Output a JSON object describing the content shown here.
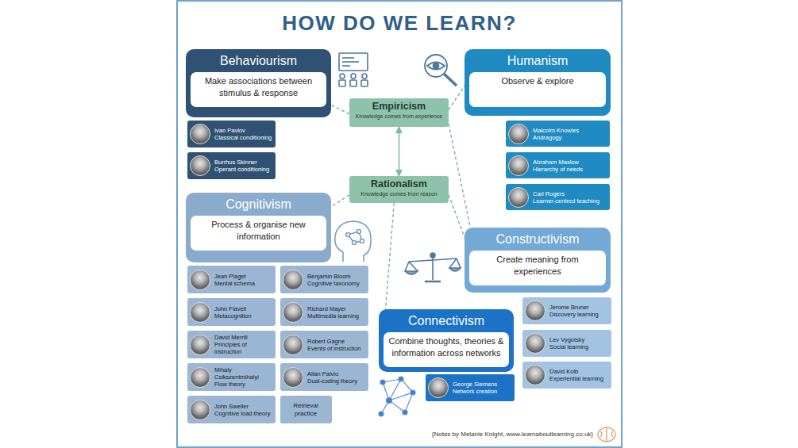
{
  "diagram": {
    "title": "HOW DO WE LEARN?",
    "caption": "{Notes by Melanie Knight, www.learnaboutlearning.co.uk}",
    "nodes": [
      {
        "text": [
          "Behaviourism"
        ]
      },
      {
        "text": [
          "Make associations between stimulus & response"
        ],
        "in": 0
      },
      {
        "text": [
          "Humanism"
        ]
      },
      {
        "text": [
          "Observe & explore"
        ],
        "in": 2
      },
      {
        "text": [
          "Empiricism",
          "Knowledge comes from experience"
        ]
      },
      {
        "text": [
          "Ivan Pavlov",
          "Classical conditioning"
        ]
      },
      {
        "text": [
          "Burrhus Skinner",
          "Operant conditioning"
        ]
      },
      {
        "text": [
          "Malcolm Knowles",
          "Andragogy"
        ]
      },
      {
        "text": [
          "Abraham Maslow",
          "Hierarchy of needs"
        ]
      },
      {
        "text": [
          "Carl Rogers",
          "Learner-centred teaching"
        ]
      },
      {
        "text": [
          "Rationalism",
          "Knowledge comes from reason"
        ]
      },
      {
        "text": [
          "Cognitivism"
        ]
      },
      {
        "text": [
          "Process & organise new information"
        ],
        "in": 11
      },
      {
        "text": [
          "Constructivism"
        ]
      },
      {
        "text": [
          "Create meaning from experiences"
        ],
        "in": 13
      },
      {
        "text": [
          "Jean Piaget",
          "Mental schema"
        ]
      },
      {
        "text": [
          "Benjamin Bloom",
          "Cognitive taxonomy"
        ]
      },
      {
        "text": [
          "John Flavell",
          "Metacognition"
        ]
      },
      {
        "text": [
          "Richard Mayer",
          "Multimedia learning"
        ]
      },
      {
        "text": [
          "David Merrill",
          "Principles of instruction"
        ]
      },
      {
        "text": [
          "Robert Gagne",
          "Events of instruction"
        ]
      },
      {
        "text": [
          "Mihaly Csikszentmihalyi",
          "Flow theory"
        ]
      },
      {
        "text": [
          "Allan Paivio",
          "Dual-coding theory"
        ]
      },
      {
        "text": [
          "John Sweller",
          "Cognitive load theory"
        ]
      },
      {
        "text": [
          "Retrieval practice"
        ]
      },
      {
        "text": [
          "Connectivism"
        ]
      },
      {
        "text": [
          "Combine thoughts, theories & information across networks"
        ],
        "in": 25
      },
      {
        "text": [
          "Jerome Bruner",
          "Discovery learning"
        ]
      },
      {
        "text": [
          "Lev Vygotsky",
          "Social learning"
        ]
      },
      {
        "text": [
          "David Kolb",
          "Experiential learning"
        ]
      },
      {
        "text": [
          "George Siemens",
          "Network creation"
        ]
      }
    ],
    "edges": [
      {
        "from": 4,
        "to": 0,
        "arrow": "none"
      },
      {
        "from": 4,
        "to": 2,
        "arrow": "none"
      },
      {
        "from": 4,
        "to": 13,
        "arrow": "none"
      },
      {
        "from": 4,
        "to": 10,
        "arrow": "both"
      },
      {
        "from": 10,
        "to": 11,
        "arrow": "none"
      },
      {
        "from": 10,
        "to": 13,
        "arrow": "none"
      },
      {
        "from": 10,
        "to": 25,
        "arrow": "none"
      }
    ]
  }
}
